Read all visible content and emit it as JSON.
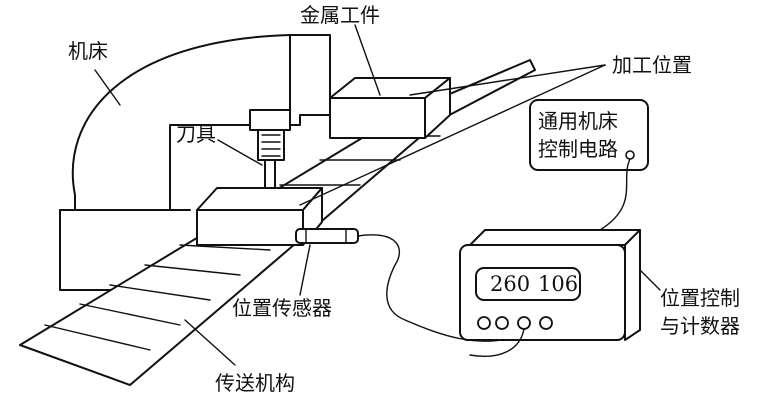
{
  "labels": {
    "machine_tool": "机床",
    "metal_workpiece": "金属工件",
    "processing_position": "加工位置",
    "cutter": "刀具",
    "general_control_line1": "通用机床",
    "general_control_line2": "控制电路",
    "position_sensor": "位置传感器",
    "controller_line1": "位置控制",
    "controller_line2": "与计数器",
    "conveyor": "传送机构"
  },
  "display": {
    "value_left": "260",
    "value_right": "106"
  }
}
